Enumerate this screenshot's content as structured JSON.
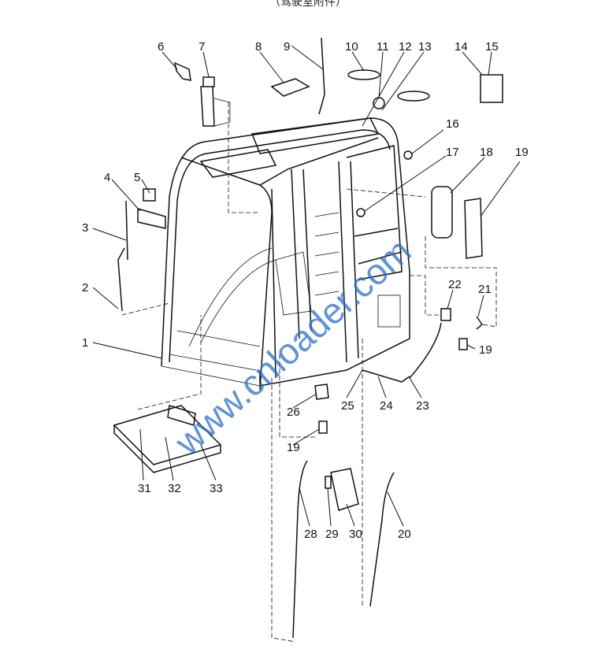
{
  "caption": "（驾驶室附件）",
  "watermark": "www.cnloader.com",
  "callouts": [
    "1",
    "2",
    "3",
    "4",
    "5",
    "6",
    "7",
    "8",
    "9",
    "10",
    "11",
    "12",
    "13",
    "14",
    "15",
    "16",
    "17",
    "18",
    "19",
    "19",
    "19",
    "20",
    "21",
    "22",
    "23",
    "24",
    "25",
    "26",
    "28",
    "29",
    "30",
    "31",
    "32",
    "33"
  ]
}
